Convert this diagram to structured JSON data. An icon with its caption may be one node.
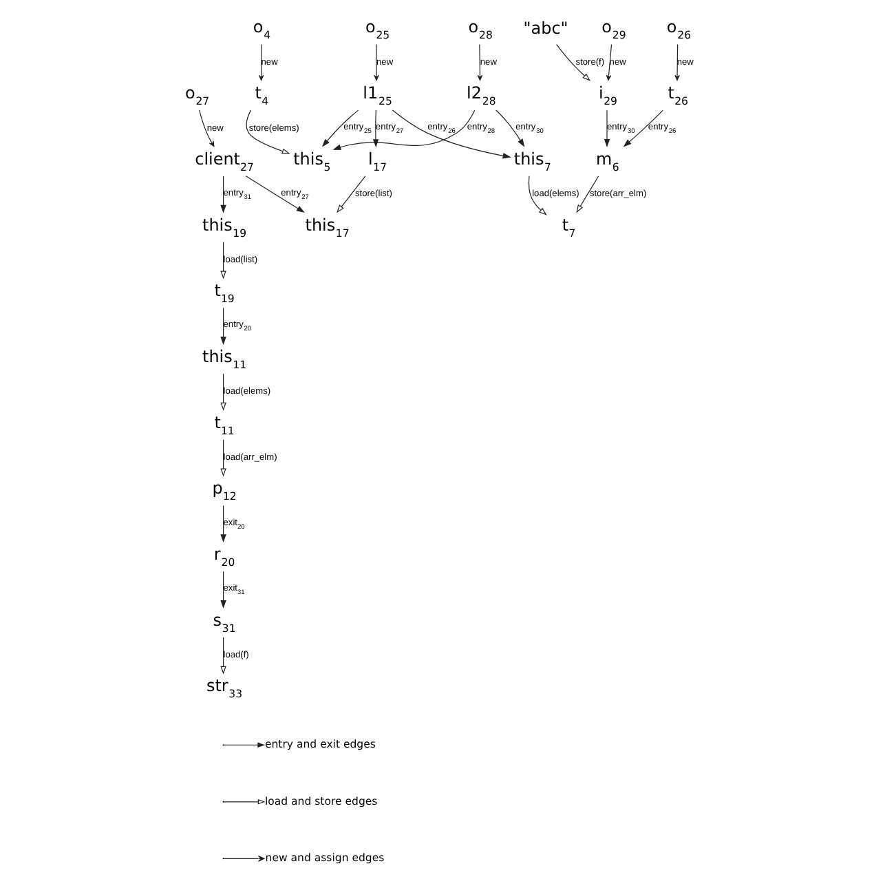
{
  "diagram": {
    "nodes": [
      {
        "text": [
          "o$_{26}$"
        ]
      },
      {
        "text": [
          "o$_{29}$"
        ]
      },
      {
        "text": [
          "\"abc\""
        ]
      },
      {
        "text": [
          "this$_{7}$"
        ]
      },
      {
        "text": [
          "t$_{26}$"
        ]
      },
      {
        "text": [
          "i$_{29}$"
        ]
      },
      {
        "text": [
          "t$_{7}$"
        ]
      },
      {
        "text": [
          "l2$_{28}$"
        ]
      },
      {
        "text": [
          "o$_{28}$"
        ]
      },
      {
        "text": [
          "m$_{6}$"
        ]
      },
      {
        "text": [
          "o$_{4}$"
        ]
      },
      {
        "text": [
          "t$_{4}$"
        ]
      },
      {
        "text": [
          "this$_{5}$"
        ]
      },
      {
        "text": [
          "p$_{12}$"
        ]
      },
      {
        "text": [
          "l1$_{25}$"
        ]
      },
      {
        "text": [
          "o$_{25}$"
        ]
      },
      {
        "text": [
          "t$_{11}$"
        ]
      },
      {
        "text": [
          "l$_{17}$"
        ]
      },
      {
        "text": [
          "this$_{17}$"
        ]
      },
      {
        "text": [
          "r$_{20}$"
        ]
      },
      {
        "text": [
          "o$_{27}$"
        ]
      },
      {
        "text": [
          "s$_{31}$"
        ]
      },
      {
        "text": [
          "str$_{33}$"
        ]
      },
      {
        "text": [
          "this$_{11}$"
        ]
      },
      {
        "text": [
          "client$_{27}$"
        ]
      },
      {
        "text": [
          "t$_{19}$"
        ]
      },
      {
        "text": [
          "this$_{19}$"
        ]
      }
    ],
    "edges": [
      {
        "from": 0,
        "to": 4,
        "arrow": "to",
        "label": "new"
      },
      {
        "from": 1,
        "to": 5,
        "arrow": "to",
        "label": "new"
      },
      {
        "from": 2,
        "to": 5,
        "arrow": "to",
        "label": "store(f)"
      },
      {
        "from": 3,
        "to": 6,
        "arrow": "to",
        "label": "load(elems)"
      },
      {
        "from": 4,
        "to": 9,
        "arrow": "to",
        "label": "entry$_{26}$"
      },
      {
        "from": 5,
        "to": 9,
        "arrow": "to",
        "label": "entry$_{30}$"
      },
      {
        "from": 9,
        "to": 6,
        "arrow": "to",
        "label": "store(arr_elm)"
      },
      {
        "from": 7,
        "to": 3,
        "arrow": "to",
        "label": "entry$_{30}$"
      },
      {
        "from": 8,
        "to": 7,
        "arrow": "to",
        "label": "new"
      },
      {
        "from": 7,
        "to": 12,
        "arrow": "to",
        "label": "entry$_{28}$"
      },
      {
        "from": 10,
        "to": 11,
        "arrow": "to",
        "label": "new"
      },
      {
        "from": 11,
        "to": 12,
        "arrow": "to",
        "label": "store(elems)"
      },
      {
        "from": 14,
        "to": 12,
        "arrow": "to",
        "label": "entry$_{25}$"
      },
      {
        "from": 14,
        "to": 3,
        "arrow": "to",
        "label": "entry$_{26}$"
      },
      {
        "from": 15,
        "to": 14,
        "arrow": "to",
        "label": "new"
      },
      {
        "from": 14,
        "to": 17,
        "arrow": "to",
        "label": "entry$_{27}$"
      },
      {
        "from": 17,
        "to": 18,
        "arrow": "to",
        "label": "store(list)"
      },
      {
        "from": 16,
        "to": 13,
        "arrow": "to",
        "label": "load(arr_elm)"
      },
      {
        "from": 23,
        "to": 16,
        "arrow": "to",
        "label": "load(elems)"
      },
      {
        "from": 13,
        "to": 19,
        "arrow": "to",
        "label": "exit$_{20}$"
      },
      {
        "from": 19,
        "to": 21,
        "arrow": "to",
        "label": "exit$_{31}$"
      },
      {
        "from": 21,
        "to": 22,
        "arrow": "to",
        "label": "load(f)"
      },
      {
        "from": 24,
        "to": 18,
        "arrow": "to",
        "label": "entry$_{27}$"
      },
      {
        "from": 20,
        "to": 24,
        "arrow": "to",
        "label": "new"
      },
      {
        "from": 24,
        "to": 26,
        "arrow": "to",
        "label": "entry$_{31}$"
      },
      {
        "from": 26,
        "to": 25,
        "arrow": "to",
        "label": "load(list)"
      },
      {
        "from": 25,
        "to": 23,
        "arrow": "to",
        "label": "entry$_{20}$"
      }
    ],
    "legend": [
      {
        "text": "entry and exit edges"
      },
      {
        "text": "load and store edges"
      },
      {
        "text": "new and assign edges"
      }
    ]
  }
}
